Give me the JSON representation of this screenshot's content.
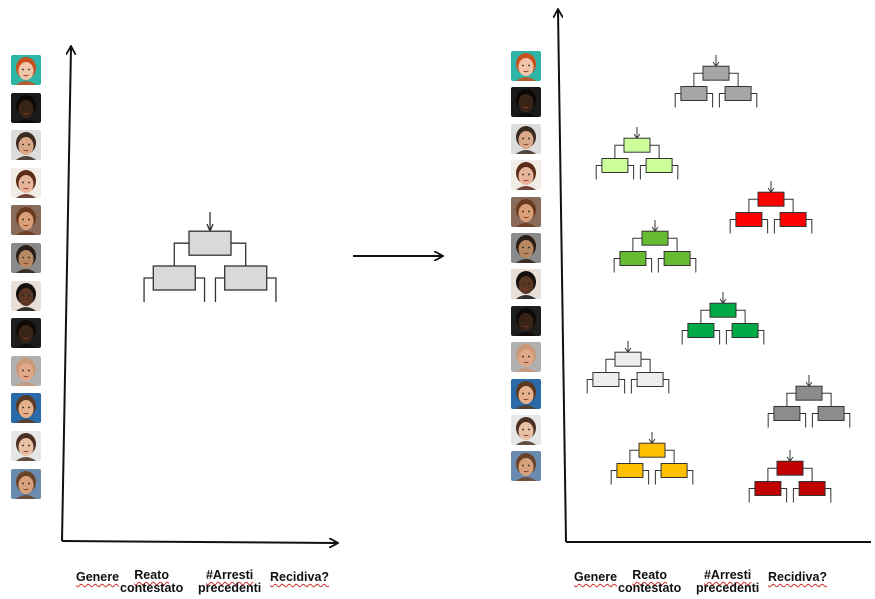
{
  "colors": {
    "axis": "#111111",
    "left_tree": "#d9d9d9",
    "wavy_underline": "#d03030"
  },
  "left_panel": {
    "faces": [
      {
        "skin": "#f2c4a8",
        "hair": "#c8501e",
        "bg": "#2fb5a8"
      },
      {
        "skin": "#3a2418",
        "hair": "#0c0806",
        "bg": "#1a1a1a"
      },
      {
        "skin": "#d9a98a",
        "hair": "#3a2a20",
        "bg": "#dcdcdc"
      },
      {
        "skin": "#e8b49a",
        "hair": "#5a2c18",
        "bg": "#f2ece6"
      },
      {
        "skin": "#d9a07a",
        "hair": "#6a3a1e",
        "bg": "#8a6a5a"
      },
      {
        "skin": "#b88a64",
        "hair": "#2a1e16",
        "bg": "#8a8a8a"
      },
      {
        "skin": "#5a3624",
        "hair": "#141010",
        "bg": "#e8e0d8"
      },
      {
        "skin": "#3a2416",
        "hair": "#0e0a08",
        "bg": "#1e1e1e"
      },
      {
        "skin": "#e0a888",
        "hair": "#c89878",
        "bg": "#b0b0b0"
      },
      {
        "skin": "#e6b28e",
        "hair": "#5a3a22",
        "bg": "#2a6aa8"
      },
      {
        "skin": "#e8c0a4",
        "hair": "#4a3024",
        "bg": "#e6e6e6"
      },
      {
        "skin": "#d8a27c",
        "hair": "#6a4428",
        "bg": "#6a8ab0"
      }
    ],
    "x_labels": [
      {
        "line1": "Genere",
        "line2": ""
      },
      {
        "line1": "Reato",
        "line2": "contestato"
      },
      {
        "line1": "#Arresti",
        "line2": "precedenti"
      },
      {
        "line1": "Recidiva?",
        "line2": ""
      }
    ]
  },
  "right_panel": {
    "faces": [
      {
        "skin": "#f2c4a8",
        "hair": "#c8501e",
        "bg": "#2fb5a8"
      },
      {
        "skin": "#3a2418",
        "hair": "#0c0806",
        "bg": "#1a1a1a"
      },
      {
        "skin": "#d9a98a",
        "hair": "#3a2a20",
        "bg": "#dcdcdc"
      },
      {
        "skin": "#e8b49a",
        "hair": "#5a2c18",
        "bg": "#f2ece6"
      },
      {
        "skin": "#d9a07a",
        "hair": "#6a3a1e",
        "bg": "#8a6a5a"
      },
      {
        "skin": "#b88a64",
        "hair": "#2a1e16",
        "bg": "#8a8a8a"
      },
      {
        "skin": "#5a3624",
        "hair": "#141010",
        "bg": "#e8e0d8"
      },
      {
        "skin": "#3a2416",
        "hair": "#0e0a08",
        "bg": "#1e1e1e"
      },
      {
        "skin": "#e0a888",
        "hair": "#c89878",
        "bg": "#b0b0b0"
      },
      {
        "skin": "#e6b28e",
        "hair": "#5a3a22",
        "bg": "#2a6aa8"
      },
      {
        "skin": "#e8c0a4",
        "hair": "#4a3024",
        "bg": "#e6e6e6"
      },
      {
        "skin": "#d8a27c",
        "hair": "#6a4428",
        "bg": "#6a8ab0"
      }
    ],
    "tree_colors": [
      "#a6a6a6",
      "#ccff99",
      "#ff0000",
      "#66bb33",
      "#00aa44",
      "#eeeeee",
      "#8c8c8c",
      "#ffc000",
      "#c00000"
    ],
    "x_labels": [
      {
        "line1": "Genere",
        "line2": ""
      },
      {
        "line1": "Reato",
        "line2": "contestato"
      },
      {
        "line1": "#Arresti",
        "line2": "precedenti"
      },
      {
        "line1": "Recidiva?",
        "line2": ""
      }
    ]
  }
}
